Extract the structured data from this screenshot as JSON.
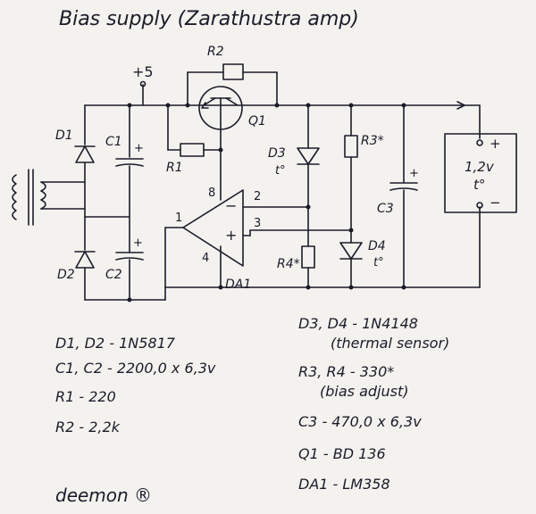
{
  "title": "Bias supply (Zarathustra amp)",
  "supply_label": "+5",
  "labels": {
    "R2": "R2",
    "Q1": "Q1",
    "D1": "D1",
    "C1": "C1",
    "R1": "R1",
    "D3": "D3",
    "D3_temp": "t°",
    "R3": "R3*",
    "C3": "C3",
    "pin8": "8",
    "pin2": "2",
    "pin1": "1",
    "pin3": "3",
    "pin4": "4",
    "DA1": "DA1",
    "D2": "D2",
    "C2": "C2",
    "R4": "R4*",
    "D4": "D4",
    "D4_temp": "t°",
    "plus": "+",
    "minus": "−",
    "out_plus": "+",
    "out_minus": "−",
    "out_value": "1,2v",
    "out_temp": "t°"
  },
  "parts_list": {
    "left": [
      "D1, D2 - 1N5817",
      "C1, C2 - 2200,0 x 6,3v",
      "R1 - 220",
      "R2 - 2,2k"
    ],
    "right": [
      "D3, D4 - 1N4148",
      "(thermal sensor)",
      "R3, R4 - 330*",
      "(bias adjust)",
      "C3 - 470,0 x 6,3v",
      "Q1 - BD 136",
      "DA1 - LM358"
    ]
  },
  "signature": "deemon ®",
  "ink_color": "#1b1b2a",
  "paper_color": "#f4f2ee"
}
